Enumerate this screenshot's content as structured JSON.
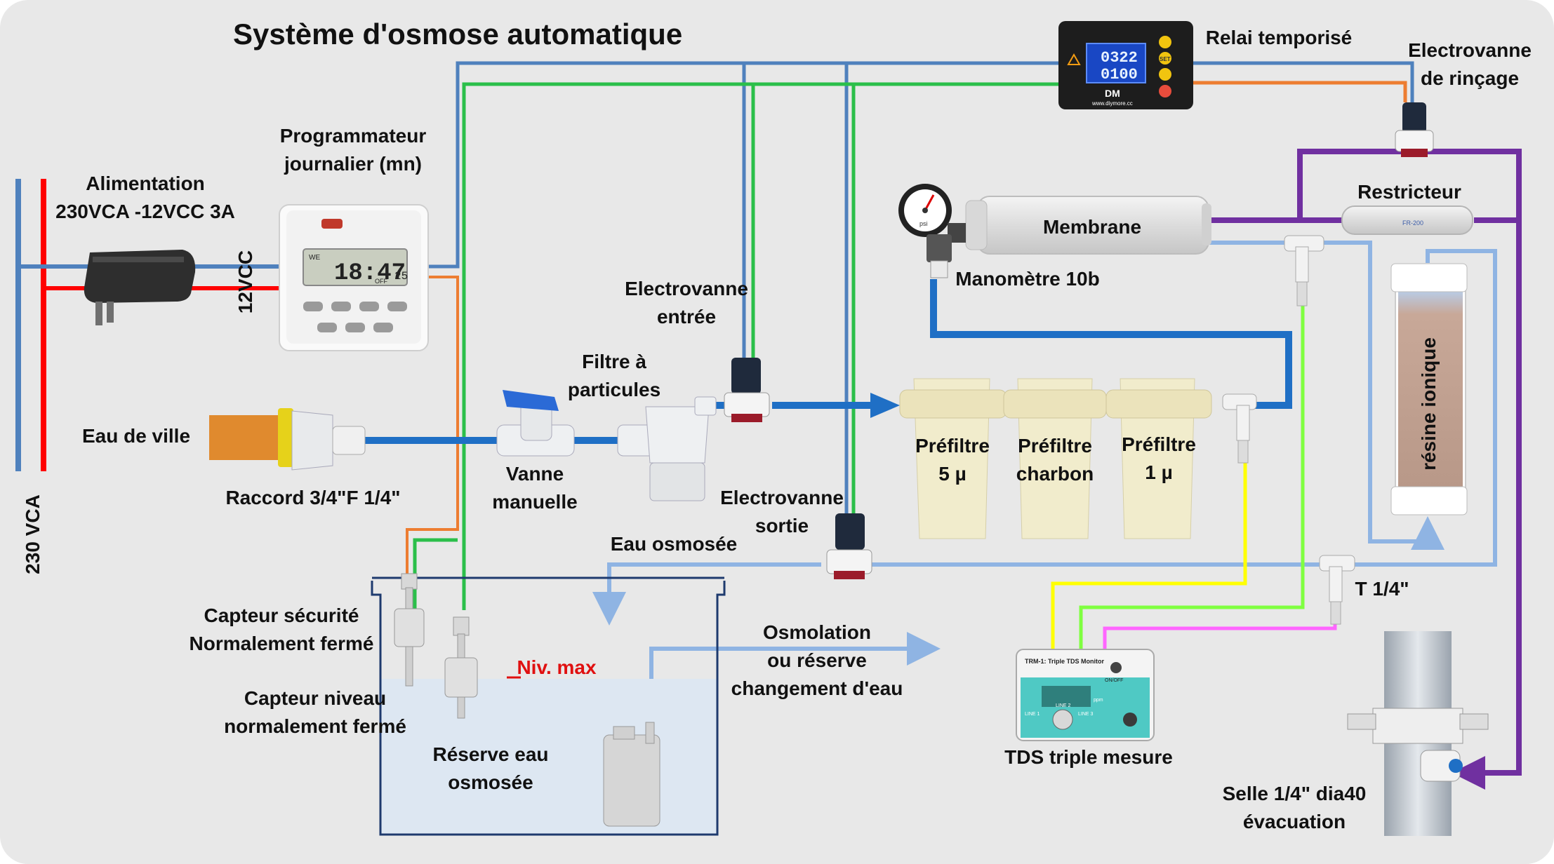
{
  "title": "Système d'osmose automatique",
  "labels": {
    "alimentation": [
      "Alimentation",
      "230VCA -12VCC 3A"
    ],
    "v12": "12VCC",
    "v230": "230 VCA",
    "programmateur": [
      "Programmateur",
      "journalier (mn)"
    ],
    "relai": "Relai temporisé",
    "ev_rincage": [
      "Electrovanne",
      "de rinçage"
    ],
    "restricteur": "Restricteur",
    "membrane": "Membrane",
    "manometre": "Manomètre 10b",
    "ev_entree": [
      "Electrovanne",
      "entrée"
    ],
    "filtre_particules": [
      "Filtre à",
      "particules"
    ],
    "eau_de_ville": "Eau de ville",
    "raccord": "Raccord 3/4\"F 1/4\"",
    "vanne_manuelle": [
      "Vanne",
      "manuelle"
    ],
    "prefiltre1": [
      "Préfiltre",
      "5 µ"
    ],
    "prefiltre2": [
      "Préfiltre",
      "charbon"
    ],
    "prefiltre3": [
      "Préfiltre",
      "1 µ"
    ],
    "resine": "résine ionique",
    "ev_sortie": [
      "Electrovanne",
      "sortie"
    ],
    "eau_osmosee": "Eau osmosée",
    "t14": "T 1/4\"",
    "capteur_securite": [
      "Capteur sécurité",
      "Normalement fermé"
    ],
    "capteur_niveau": [
      "Capteur niveau",
      "normalement fermé"
    ],
    "niv_max": "Niv. max",
    "osmolation": [
      "Osmolation",
      "ou réserve",
      "changement d'eau"
    ],
    "reserve": [
      "Réserve eau",
      "osmosée"
    ],
    "tds": "TDS triple mesure",
    "selle": [
      "Selle 1/4\" dia40",
      "évacuation"
    ]
  },
  "devices": {
    "timer_display": "18:47",
    "timer_seconds": "25",
    "timer_we": "WE",
    "timer_off": "OFF",
    "relay_line1": "0322",
    "relay_line2": "0100",
    "relay_brand": "DM",
    "relay_url": "www.diymore.cc",
    "relay_set": "SET",
    "tds_title": "TRM-1: Triple TDS Monitor",
    "tds_onoff": "ON/OFF",
    "tds_unit": "ppm",
    "tds_line1": "LINE 1",
    "tds_line2": "LINE 2",
    "tds_line3": "LINE 3",
    "restrictor_text": "FR-200",
    "gauge_label": "psi"
  },
  "colors": {
    "background": "#e8e8e8",
    "power_blue": "#4f81bd",
    "power_red": "#ff0000",
    "wire_green": "#2bbf4a",
    "wire_orange": "#ed7d31",
    "wire_purple": "#7030a0",
    "pipe_blue": "#1f6fc5",
    "pipe_light_blue": "#8fb4e3",
    "wire_yellow": "#ffff00",
    "wire_lime": "#7fff40",
    "wire_pink": "#ff66ff",
    "niv_red": "#e01010"
  }
}
